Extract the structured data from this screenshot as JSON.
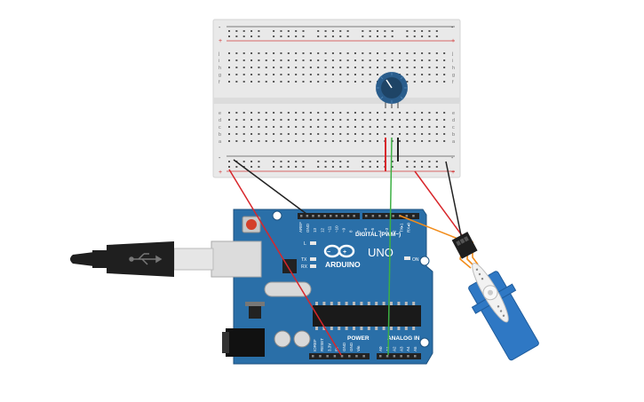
{
  "colors": {
    "board": "#2a6fa8",
    "board_dark": "#1d527f",
    "breadboard": "#e9e9e9",
    "rail_red": "#d23b3b",
    "rail_black": "#333333",
    "wire_red": "#d8262b",
    "wire_black": "#222222",
    "wire_green": "#3cb043",
    "wire_orange": "#f28c1a",
    "servo": "#2f78c4",
    "pot": "#2a5d8c"
  },
  "breadboard": {
    "row_letters_top": [
      "j",
      "i",
      "h",
      "g",
      "f"
    ],
    "row_letters_bottom": [
      "e",
      "d",
      "c",
      "b",
      "a"
    ],
    "rail_plus": "+",
    "rail_minus": "-"
  },
  "arduino": {
    "brand": "ARDUINO",
    "model": "UNO",
    "digital_label": "DIGITAL (PWM~)",
    "power_label": "POWER",
    "analog_label": "ANALOG IN",
    "on_label": "ON",
    "l_label": "L",
    "tx_label": "TX",
    "rx_label": "RX",
    "top_pins": [
      "AREF",
      "GND",
      "13",
      "12",
      "~11",
      "~10",
      "~9",
      "8",
      "7",
      "~6",
      "~5",
      "4",
      "~3",
      "2",
      "TX▸1",
      "RX◂0"
    ],
    "power_pins": [
      "IOREF",
      "RESET",
      "3.3V",
      "5V",
      "GND",
      "GND",
      "Vin"
    ],
    "analog_pins": [
      "A0",
      "A1",
      "A2",
      "A3",
      "A4",
      "A5"
    ]
  },
  "components": {
    "usb_cable": "usb-cable",
    "potentiometer": "potentiometer",
    "servo": "micro-servo"
  }
}
